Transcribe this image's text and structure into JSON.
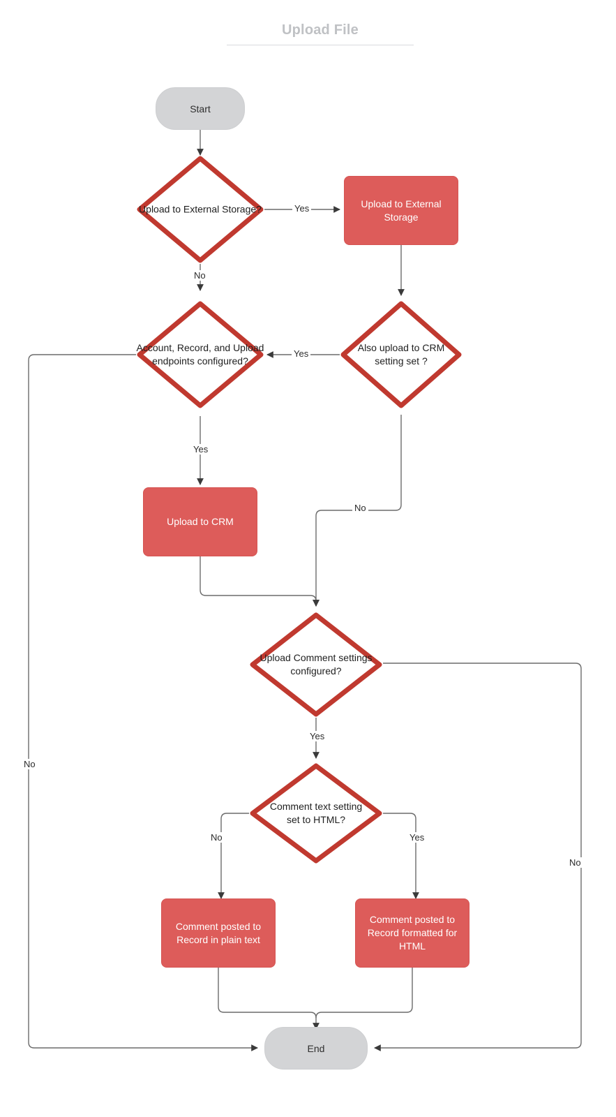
{
  "diagram": {
    "title": "Upload File",
    "colors": {
      "terminator_fill": "#d3d4d6",
      "process_fill": "#dd5c5a",
      "decision_stroke": "#c0392f",
      "edge_stroke": "#6b6b6b",
      "title_color": "#bfc1c4"
    },
    "nodes": {
      "start": "Start",
      "decision_external_storage": "Upload to External Storage?",
      "process_upload_external_storage": "Upload to External Storage",
      "decision_endpoints_configured": "Account, Record, and Upload endpoints configured?",
      "decision_also_upload_crm": "Also upload to CRM setting set ?",
      "process_upload_crm": "Upload to CRM",
      "decision_upload_comment_settings": "Upload Comment settings configured?",
      "decision_comment_text_html": "Comment text setting set to HTML?",
      "process_comment_plain_text": "Comment posted to Record in plain text",
      "process_comment_html": "Comment posted to Record formatted for HTML",
      "end": "End"
    },
    "edge_labels": {
      "external_storage_yes": "Yes",
      "external_storage_no": "No",
      "also_upload_crm_yes": "Yes",
      "also_upload_crm_no": "No",
      "endpoints_yes": "Yes",
      "endpoints_no": "No",
      "comment_settings_yes": "Yes",
      "comment_settings_no": "No",
      "comment_text_no": "No",
      "comment_text_yes": "Yes"
    }
  }
}
